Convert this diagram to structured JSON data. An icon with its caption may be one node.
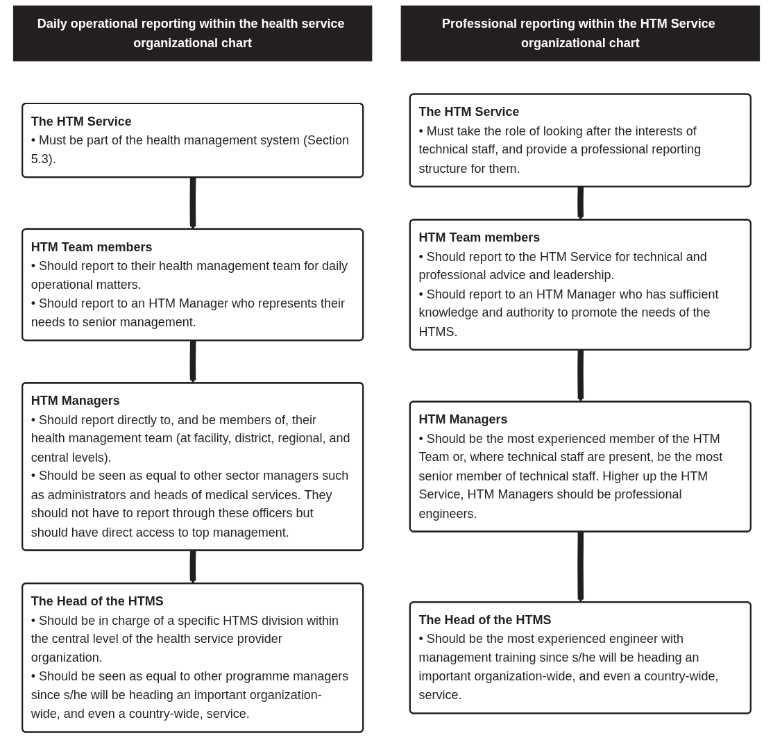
{
  "diagram": {
    "nodes": [
      {
        "text": [
          "Daily operational reporting within the health service organizational chart"
        ]
      },
      {
        "text": [
          "The HTM Service",
          "• Must be part of the health management system (Section 5.3)."
        ]
      },
      {
        "text": [
          "HTM Team members",
          "• Should report to their health management team for daily operational matters.",
          "• Should report to an HTM Manager who represents their needs to senior management."
        ]
      },
      {
        "text": [
          "HTM Managers",
          "• Should report directly to, and be members of, their health management team (at facility, district, regional, and central levels).",
          "• Should be seen as equal to other sector managers such as administrators and heads of medical services. They should not have to report through these officers but should have direct access to top management."
        ]
      },
      {
        "text": [
          "The Head of the HTMS",
          "• Should be in charge of a specific HTMS division within the central level of the health service provider organization.",
          "• Should be seen as equal to other programme managers since s/he will be heading an important organization-wide, and even a country-wide, service."
        ]
      },
      {
        "text": [
          "Professional reporting within the HTM Service organizational chart"
        ]
      },
      {
        "text": [
          "The HTM Service",
          "• Must take the role of looking after the interests of technical staff, and provide a professional reporting structure for them."
        ]
      },
      {
        "text": [
          "HTM Team members",
          "• Should report to the HTM Service for technical and professional advice and leadership.",
          "• Should report to an HTM Manager who has sufficient knowledge and authority to promote the needs of the HTMS."
        ]
      },
      {
        "text": [
          "HTM Managers",
          "• Should be the most experienced member of the HTM Team or, where technical staff are present, be the most senior member of technical staff. Higher up the HTM Service, HTM Managers should be professional engineers."
        ]
      },
      {
        "text": [
          "The Head of the HTMS",
          "• Should be the most experienced engineer with management training since s/he will be heading an important organization-wide, and even a country-wide, service."
        ]
      }
    ],
    "edges": [
      {
        "from": 1,
        "to": 2,
        "arrow": "to"
      },
      {
        "from": 2,
        "to": 3,
        "arrow": "to"
      },
      {
        "from": 3,
        "to": 4,
        "arrow": "to"
      },
      {
        "from": 6,
        "to": 7,
        "arrow": "to"
      },
      {
        "from": 7,
        "to": 8,
        "arrow": "to"
      },
      {
        "from": 8,
        "to": 9,
        "arrow": "to"
      }
    ]
  }
}
